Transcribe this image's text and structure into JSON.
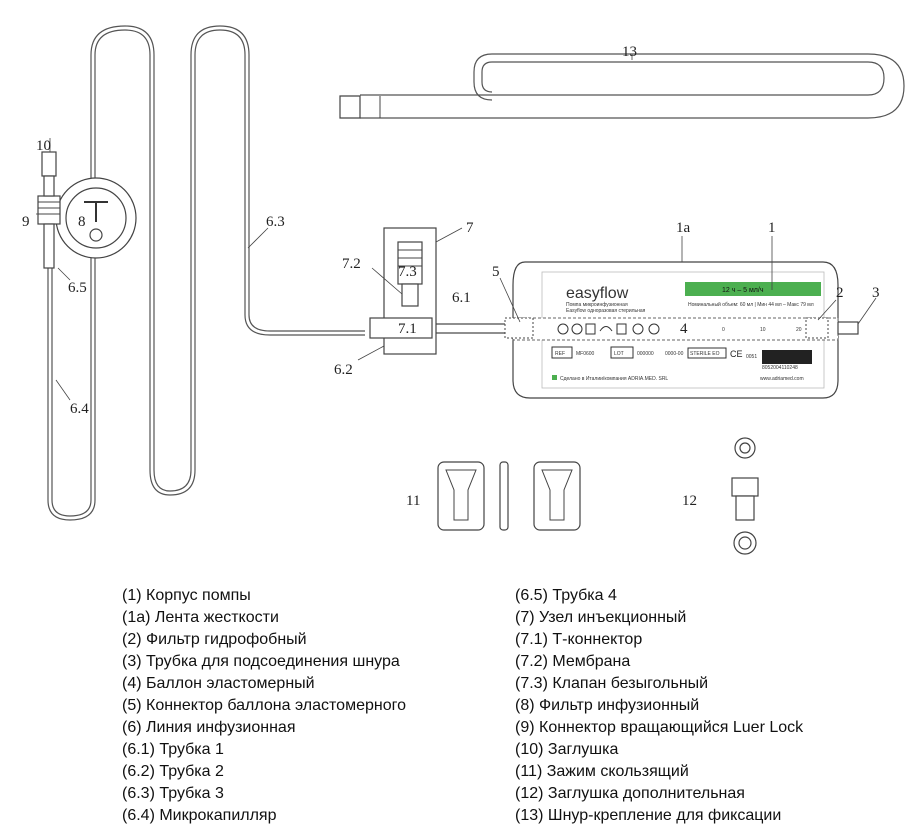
{
  "callouts": {
    "c1": "1",
    "c1a": "1a",
    "c2": "2",
    "c3": "3",
    "c4": "4",
    "c5": "5",
    "c6_1": "6.1",
    "c6_2": "6.2",
    "c6_3": "6.3",
    "c6_4": "6.4",
    "c6_5": "6.5",
    "c7": "7",
    "c7_1": "7.1",
    "c7_2": "7.2",
    "c7_3": "7.3",
    "c8": "8",
    "c9": "9",
    "c10": "10",
    "c11": "11",
    "c12": "12",
    "c13": "13"
  },
  "pump_label": {
    "brand": "easyflow",
    "rate": "12 ч – 5 мл/ч",
    "subtitle1": "Помпа микроинфузионная",
    "subtitle2": "Easyflow одноразовая стерильная",
    "volume_line": "Номинальный объем: 60 мл | Мин 44 мл – Макс 79 мл",
    "ref_label": "REF",
    "ref_value": "MF0600",
    "lot_label": "LOT",
    "lot_value": "000000",
    "date_value": "0000-00",
    "sterile": "STERILE EO",
    "ce": "CE",
    "ce_num": "0051",
    "maker": "Сделано в Италии/компания ADRIA.MED. SRL",
    "website": "www.adriamed.com",
    "barcode_num": "8052004110248",
    "scale_0": "0",
    "scale_10": "10",
    "scale_20": "20"
  },
  "legend": {
    "left": [
      "(1) Корпус помпы",
      "(1а) Лента жесткости",
      "(2) Фильтр гидрофобный",
      "(3) Трубка для подсоединения шнура",
      "(4) Баллон эластомерный",
      "(5) Коннектор баллона эластомерного",
      "(6) Линия инфузионная",
      "(6.1) Трубка 1",
      "(6.2) Трубка 2",
      "(6.3) Трубка 3",
      "(6.4) Микрокапилляр"
    ],
    "right": [
      "(6.5) Трубка 4",
      "(7) Узел инъекционный",
      "(7.1) Т-коннектор",
      "(7.2) Мембрана",
      "(7.3) Клапан безыгольный",
      "(8) Фильтр инфузионный",
      "(9) Коннектор вращающийся Luer Lock",
      "(10) Заглушка",
      "(11) Зажим скользящий",
      "(12) Заглушка дополнительная",
      "(13) Шнур-крепление для фиксации"
    ]
  },
  "colors": {
    "label_green": "#4caf50",
    "line": "#555555",
    "text": "#111111"
  }
}
